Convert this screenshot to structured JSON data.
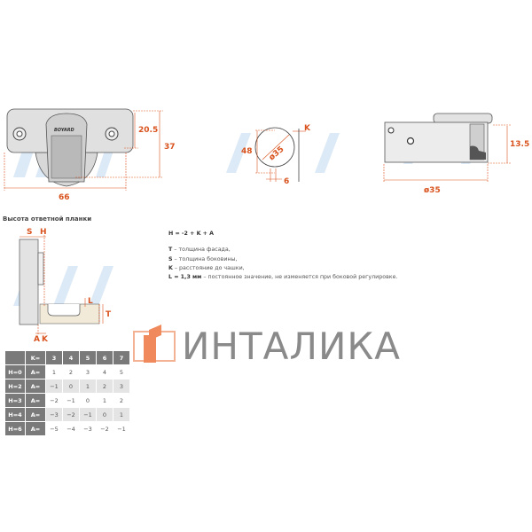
{
  "front_view": {
    "brand_text": "BOYARD",
    "dim_width": "66",
    "dim_height_plate": "20.5",
    "dim_height_total": "37"
  },
  "drill_view": {
    "dim_cup": "ø35",
    "dim_distance": "48",
    "dim_offset": "6",
    "dim_k": "K"
  },
  "side_view": {
    "dim_depth": "13.5",
    "dim_cup": "ø35"
  },
  "overlay_section": {
    "title": "Высота ответной планки",
    "labels": {
      "s": "S",
      "h": "H",
      "l": "L",
      "t": "T",
      "a": "A",
      "k": "K"
    }
  },
  "formula": {
    "equation": "H = -2 + K + A",
    "legend": [
      {
        "key": "T",
        "text": " – толщина фасада,"
      },
      {
        "key": "S",
        "text": " – толщина боковины,"
      },
      {
        "key": "K",
        "text": " – расстояние до чашки,"
      },
      {
        "key": "L = 1,3 мм",
        "text": " – постоянное значение, не изменяется при боковой регулировке."
      }
    ]
  },
  "table": {
    "header": [
      "",
      "K=",
      "3",
      "4",
      "5",
      "6",
      "7"
    ],
    "rows": [
      {
        "h": "H=0",
        "a": "A=",
        "values": [
          "1",
          "2",
          "3",
          "4",
          "5"
        ]
      },
      {
        "h": "H=2",
        "a": "A=",
        "values": [
          "−1",
          "0",
          "1",
          "2",
          "3"
        ]
      },
      {
        "h": "H=3",
        "a": "A=",
        "values": [
          "−2",
          "−1",
          "0",
          "1",
          "2"
        ]
      },
      {
        "h": "H=4",
        "a": "A=",
        "values": [
          "−3",
          "−2",
          "−1",
          "0",
          "1"
        ]
      },
      {
        "h": "H=6",
        "a": "A=",
        "values": [
          "−5",
          "−4",
          "−3",
          "−2",
          "−1"
        ]
      }
    ]
  },
  "logo": {
    "text": "ИНТАЛИКА",
    "color": "#f08a5d"
  },
  "colors": {
    "dimension": "#d9531e",
    "watermark": "#dbe8f5",
    "table_header": "#7a7a7a"
  }
}
